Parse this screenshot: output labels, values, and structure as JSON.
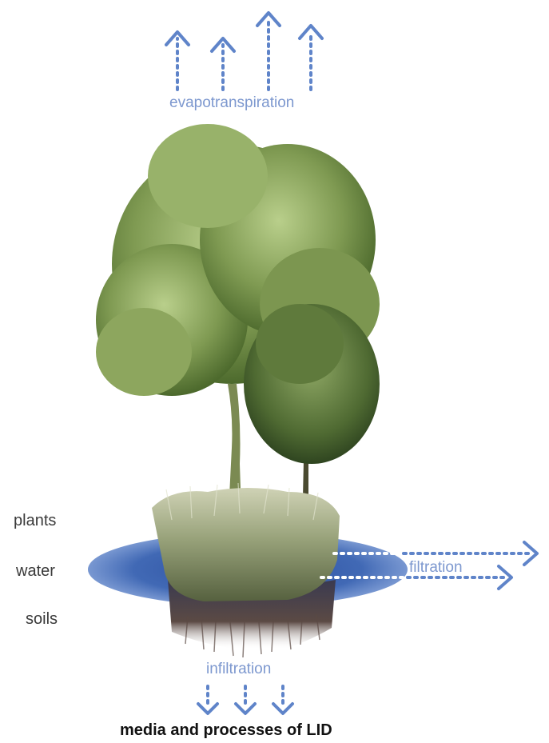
{
  "diagram": {
    "caption": "media and processes of LID",
    "processes": {
      "evapotranspiration": "evapotranspiration",
      "filtration": "filtration",
      "infiltration": "infiltration"
    },
    "layers": {
      "plants": "plants",
      "water": "water",
      "soils": "soils"
    }
  },
  "colors": {
    "arrow": "#5f84c9",
    "water_pool": "#3e63b0",
    "process_text": "#7d98cf",
    "caption_text": "#111111",
    "layer_text": "#3a3a3a",
    "foliage_light": "#9db770",
    "foliage_dark": "#4f6b2e",
    "grass": "#a7ad85",
    "roots": "#5b4a44"
  }
}
